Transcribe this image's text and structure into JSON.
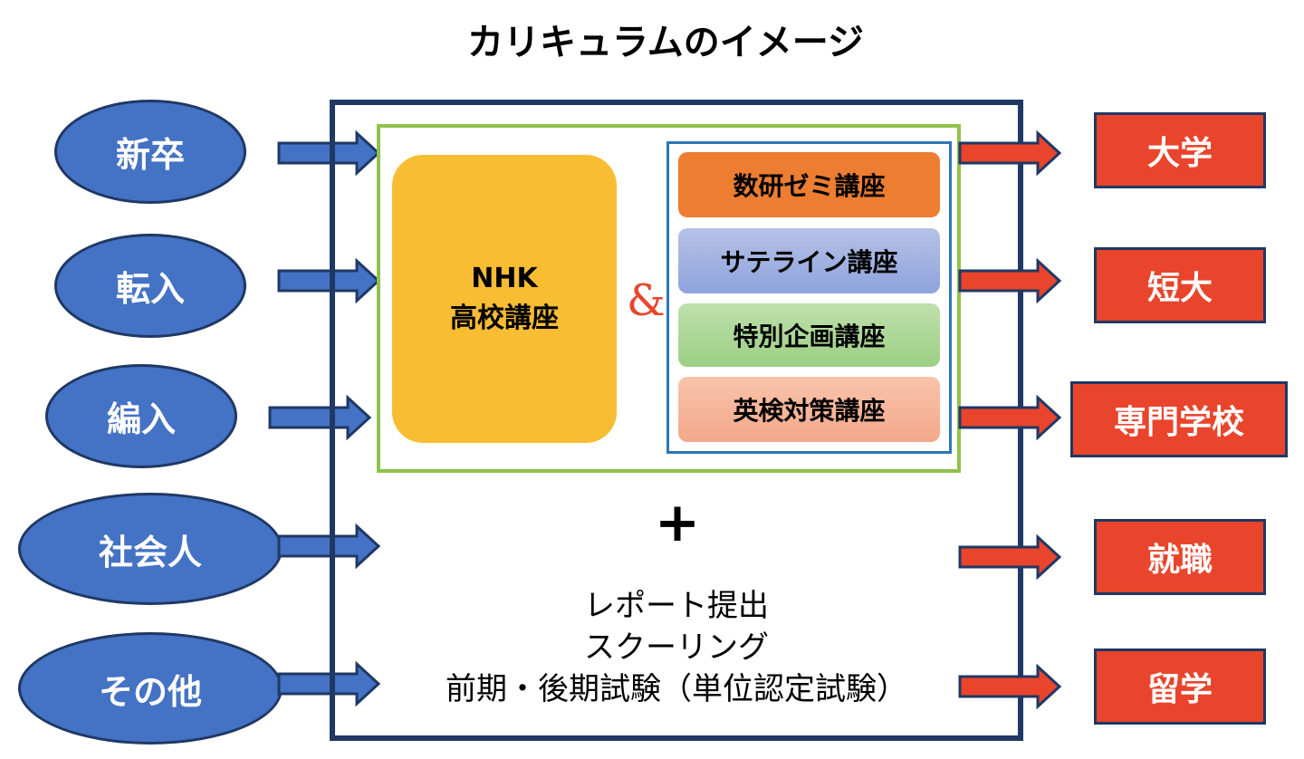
{
  "title": "カリキュラムのイメージ",
  "inputs": [
    {
      "label": "新卒"
    },
    {
      "label": "転入"
    },
    {
      "label": "編入"
    },
    {
      "label": "社会人"
    },
    {
      "label": "その他"
    }
  ],
  "core": {
    "nhk_line1": "NHK",
    "nhk_line2": "高校講座",
    "ampersand": "&",
    "courses": [
      {
        "label": "数研ゼミ講座"
      },
      {
        "label": "サテライン講座"
      },
      {
        "label": "特別企画講座"
      },
      {
        "label": "英検対策講座"
      }
    ]
  },
  "plus": "+",
  "requirements": [
    "レポート提出",
    "スクーリング",
    "前期・後期試験（単位認定試験）"
  ],
  "destinations": [
    {
      "label": "大学"
    },
    {
      "label": "短大"
    },
    {
      "label": "専門学校"
    },
    {
      "label": "就職"
    },
    {
      "label": "留学"
    }
  ],
  "colors": {
    "input_fill": "#4472c4",
    "outline": "#1f3864",
    "dest_fill": "#e8452c",
    "nhk_fill": "#f8bd33",
    "green_frame": "#8fc24b",
    "blue_frame": "#2e75b6"
  }
}
